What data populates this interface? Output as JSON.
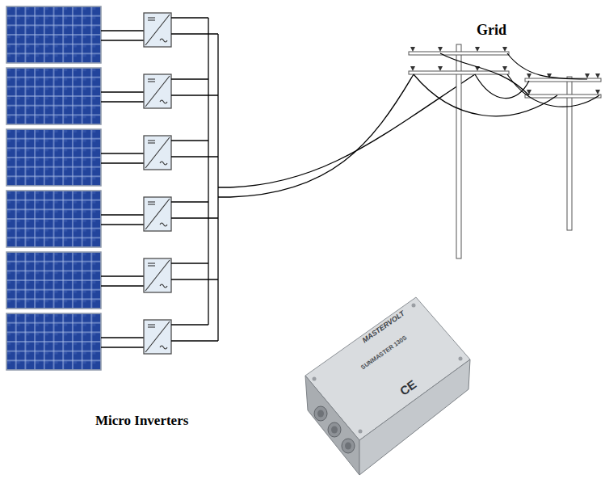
{
  "diagram": {
    "labels": [
      "Grid",
      "Micro Inverters",
      "MASTERVOLT",
      "SUNMASTER 130S",
      "CE"
    ]
  }
}
